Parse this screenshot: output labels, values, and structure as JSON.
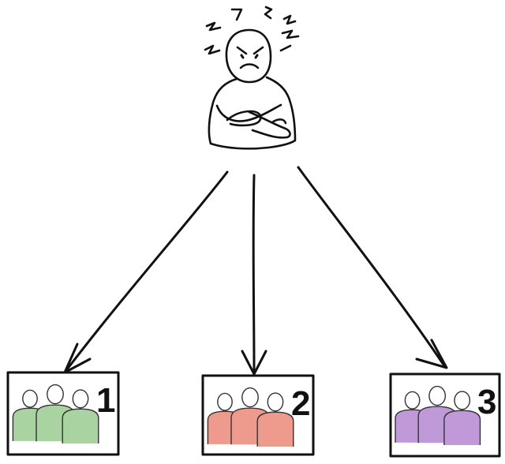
{
  "central_figure": {
    "mood": "angry",
    "pose": "arms-crossed",
    "face_color": "#f6c3c3"
  },
  "groups": [
    {
      "label": "1",
      "color": "#a9d3a0"
    },
    {
      "label": "2",
      "color": "#ee9b8d"
    },
    {
      "label": "3",
      "color": "#c09ad8"
    }
  ]
}
